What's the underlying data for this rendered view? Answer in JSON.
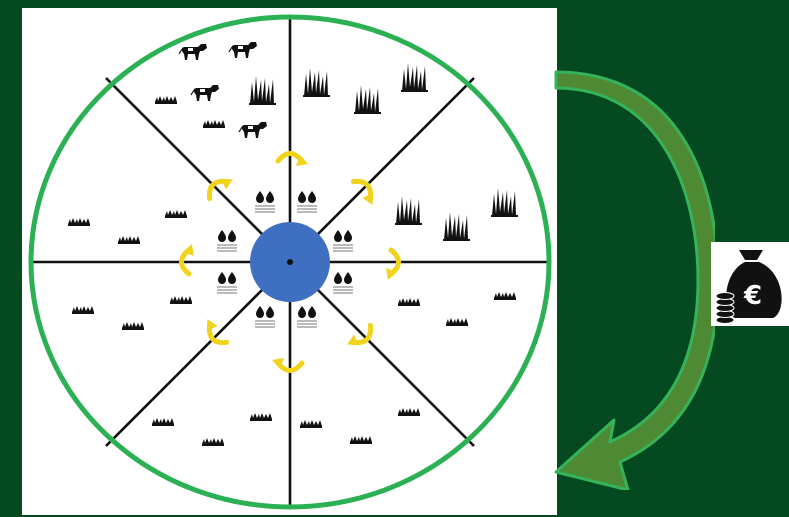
{
  "colors": {
    "background": "#04491f",
    "panel": "#ffffff",
    "ring": "#2bb054",
    "hub": "#3f6fc1",
    "arrows": "#f2d31c",
    "big_arrow_fill": "#4e8a34",
    "big_arrow_stroke": "#35b35a",
    "ink": "#111111"
  },
  "icons": {
    "livestock": "cow-icon",
    "tall_grass": "tall-grass-icon",
    "short_grass": "short-grass-icon",
    "water": "water-drops-icon",
    "money": "money-bag-euro-icon",
    "rotation_arrow": "curved-arrow-icon"
  },
  "diagram": {
    "paddock_count": 8,
    "grazing_paddock": 1,
    "regrowth_paddocks": 3,
    "rest_paddocks": 4,
    "currency_symbol": "€"
  }
}
